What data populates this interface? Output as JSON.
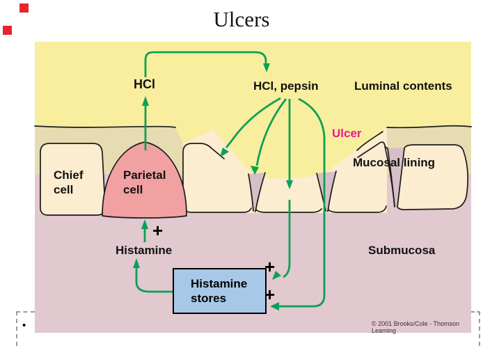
{
  "title": "Ulcers",
  "labels": {
    "hcl": "HCl",
    "hcl_pepsin": "HCl, pepsin",
    "luminal_contents": "Luminal contents",
    "ulcer": "Ulcer",
    "mucosal_lining": "Mucosal lining",
    "chief_cell": "Chief cell",
    "parietal_cell": "Parietal cell",
    "histamine": "Histamine",
    "submucosa": "Submucosa",
    "histamine_stores": "Histamine stores",
    "plus": "+"
  },
  "footer": {
    "copyright": "© 2001 Brooks/Cole - Thomson Learning",
    "bullet": "•"
  },
  "colors": {
    "lumen_yellow": "#f9ee9d",
    "mucosa_tan": "#e7dbb2",
    "cell_cream": "#fcecd0",
    "submucosa_pink": "#e2c8cf",
    "notch_pink": "#d8bec6",
    "parietal_pink": "#f1a1a2",
    "stores_blue": "#a8c8e8",
    "arrow_green": "#0aa155",
    "ulcer_magenta": "#e9188d",
    "marker_red": "#e8232e"
  }
}
